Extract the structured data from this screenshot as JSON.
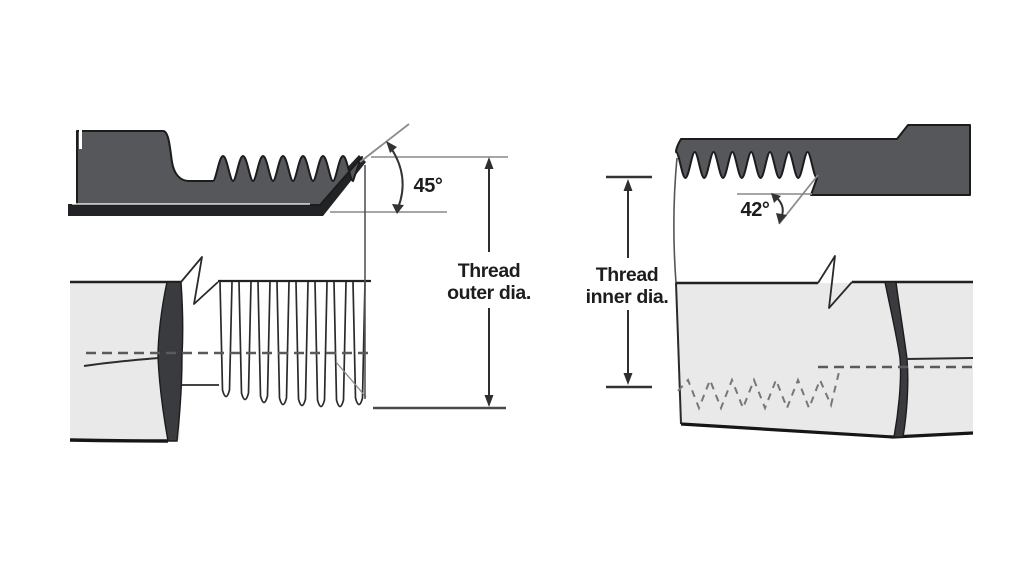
{
  "figure": {
    "description": "Cross-section comparison of flare fitting thread diameters",
    "male_fitting": {
      "angle_label": "45°",
      "dimension_label": [
        "Thread",
        "outer dia."
      ]
    },
    "female_fitting": {
      "angle_label": "42°",
      "dimension_label": [
        "Thread",
        "inner dia."
      ]
    }
  },
  "colors": {
    "dark_section_fill": "#56575a",
    "flange_bar_fill": "#222326",
    "light_section_fill": "#e9e9ea",
    "hex_edge_fill": "#3a3b3e",
    "outline": "#1c1c1c",
    "thin_line": "#9a9a9a",
    "dimension_line": "#2e2e2e",
    "background": "#ffffff"
  }
}
